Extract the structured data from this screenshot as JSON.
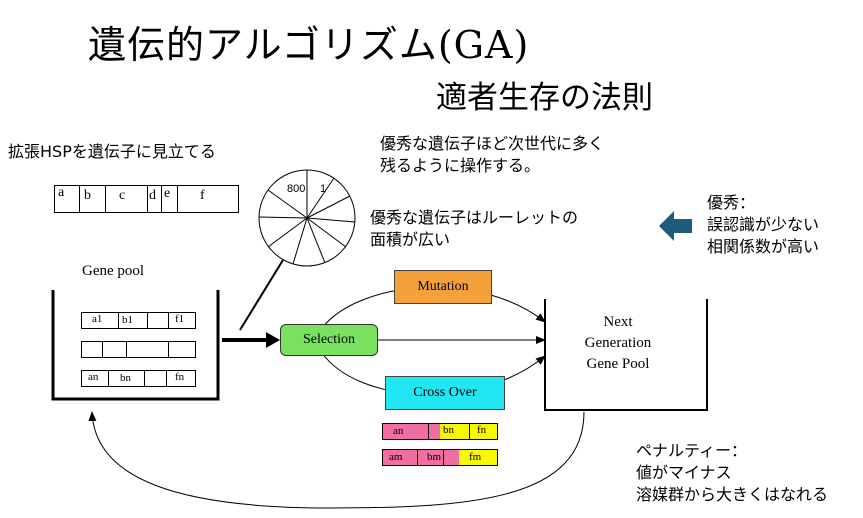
{
  "title": "遺伝的アルゴリズム(GA)",
  "subtitle": "適者生存の法則",
  "hsp_caption": "拡張HSPを遺伝子に見立てる",
  "chromosome_top": {
    "cells": [
      "a",
      "b",
      "c",
      "d",
      "e",
      "f"
    ]
  },
  "roulette": {
    "labels": [
      "800",
      "1"
    ]
  },
  "note_survival": [
    "優秀な遺伝子ほど次世代に多く",
    "残るように操作する。"
  ],
  "note_roulette": [
    "優秀な遺伝子はルーレットの",
    "面積が広い"
  ],
  "note_fitness": {
    "heading": "優秀：",
    "lines": [
      "誤認識が少ない",
      "相関係数が高い"
    ]
  },
  "gene_pool": {
    "label": "Gene pool",
    "rows": [
      {
        "first": "a1",
        "second": "b1",
        "last": "f1"
      },
      {
        "first": "",
        "second": "",
        "last": ""
      },
      {
        "first": "an",
        "second": "bn",
        "last": "fn"
      }
    ]
  },
  "selection": {
    "label": "Selection"
  },
  "mutation": {
    "label": "Mutation"
  },
  "crossover": {
    "label": "Cross Over",
    "rows": [
      {
        "a": "an",
        "b": "bn",
        "c": "fn"
      },
      {
        "a": "am",
        "b": "bm",
        "c": "fm"
      }
    ]
  },
  "next_pool": {
    "lines": [
      "Next",
      "Generation",
      "Gene Pool"
    ]
  },
  "penalty": {
    "heading": "ペナルティー：",
    "lines": [
      "値がマイナス",
      "溶媒群から大きくはなれる"
    ]
  },
  "colors": {
    "mutation": "#f4a13c",
    "selection": "#7ae060",
    "crossover": "#22e6f2",
    "pink": "#f26ea0",
    "yellow": "#f8f800",
    "arrow_blue": "#1f5b7a"
  }
}
